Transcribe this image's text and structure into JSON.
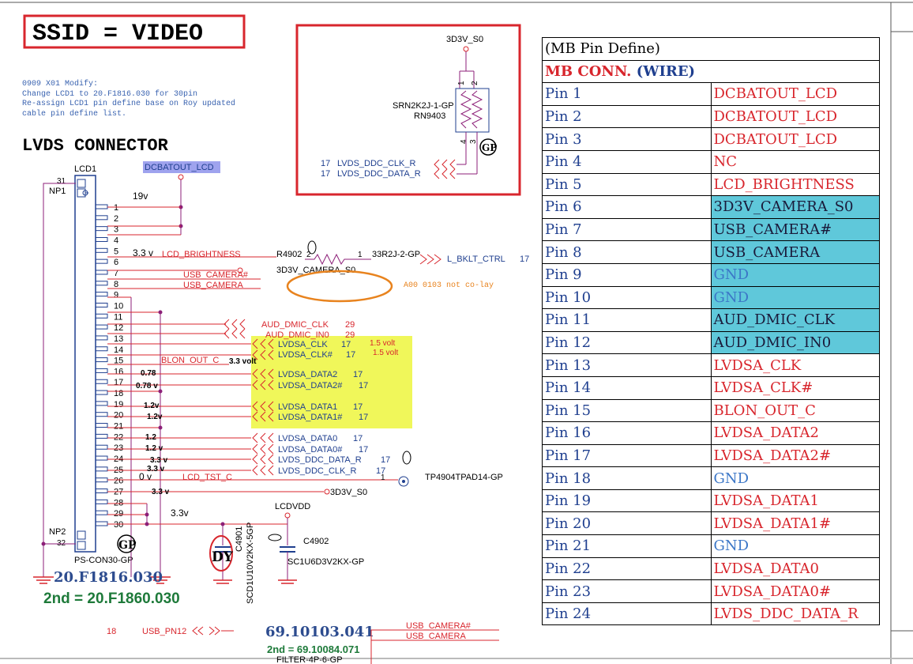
{
  "title": "SSID = VIDEO",
  "notes": [
    "0909 X01 Modify:",
    "Change LCD1 to 20.F1816.030 for 30pin",
    "Re-assign LCD1 pin define base on Roy updated",
    "cable pin define list."
  ],
  "section_title": "LVDS CONNECTOR",
  "connector": {
    "ref": "LCD1",
    "part": "PS-CON30-GP",
    "np1": "NP1",
    "np1_pin": "31",
    "np2": "NP2",
    "np2_pin": "32",
    "pn1": "20.F1816.030",
    "pn2": "2nd = 20.F1860.030",
    "gp": "GP",
    "pins": [
      "1",
      "2",
      "3",
      "4",
      "5",
      "6",
      "7",
      "8",
      "9",
      "10",
      "11",
      "12",
      "13",
      "14",
      "15",
      "16",
      "17",
      "18",
      "19",
      "20",
      "21",
      "22",
      "23",
      "24",
      "25",
      "26",
      "27",
      "28",
      "29",
      "30"
    ]
  },
  "nets": {
    "dcbatout": "DCBATOUT_LCD",
    "lcd_brightness": "LCD_BRIGHTNESS",
    "r4902": "R4902",
    "r4902_pin2": "2",
    "r4902_pin1": "1",
    "r4902_val": "33R2J-2-GP",
    "l_bklt_ctrl": "L_BKLT_CTRL",
    "l_bklt_ref": "17",
    "cam_pwr": "3D3V_CAMERA_S0",
    "usb_camera_n": "USB_CAMERA#",
    "usb_camera": "USB_CAMERA",
    "colay_note": "A00 0103 not co-lay",
    "aud_clk": "AUD_DMIC_CLK",
    "aud_clk_ref": "29",
    "aud_in0": "AUD_DMIC_IN0",
    "aud_in0_ref": "29",
    "lvdsa_clk": "LVDSA_CLK",
    "lvdsa_clk_ref": "17",
    "lvdsa_clk_n": "LVDSA_CLK#",
    "lvdsa_clk_n_ref": "17",
    "blon": "BLON_OUT_C",
    "data2": "LVDSA_DATA2",
    "data2_ref": "17",
    "data2_n": "LVDSA_DATA2#",
    "data2_n_ref": "17",
    "data1": "LVDSA_DATA1",
    "data1_ref": "17",
    "data1_n": "LVDSA_DATA1#",
    "data1_n_ref": "17",
    "data0": "LVDSA_DATA0",
    "data0_ref": "17",
    "data0_n": "LVDSA_DATA0#",
    "data0_n_ref": "17",
    "ddc_data": "LVDS_DDC_DATA_R",
    "ddc_data_ref": "17",
    "ddc_clk": "LVDS_DDC_CLK_R",
    "ddc_clk_ref": "17",
    "lcd_tst": "LCD_TST_C",
    "tp_pin": "1",
    "tp": "TP4904TPAD14-GP",
    "s0": "3D3V_S0",
    "lcdvdd": "LCDVDD",
    "c4901": "C4901",
    "c4901_val": "SCD1U10V2KX-5GP",
    "c4902": "C4902",
    "c4902_val": "SC1U6D3V2KX-GP",
    "dy": "DY",
    "usb_pn12": "USB_PN12",
    "usb_pn12_ref": "18",
    "filter_pn": "69.10103.041",
    "filter_pn2": "2nd = 69.10084.071",
    "filter_part": "FILTER-4P-6-GP",
    "usb_cam_n2": "USB_CAMERA#",
    "usb_cam2": "USB_CAMERA"
  },
  "measurements": {
    "v19": "19v",
    "v33a": "3.3 v",
    "v15a": "1.5 volt",
    "v15b": "1.5 volt",
    "v33b": "3.3 volt",
    "v078a": "0.78",
    "v078b": "0.78 v",
    "v12a": "1.2v",
    "v12b": "1.2v",
    "v12c": "1.2",
    "v12d": "1.2 v",
    "v33c": "3.3 v",
    "v33d": "3.3 v",
    "v0": "0 v",
    "v33e": "3.3 v",
    "v33f": "3.3v"
  },
  "inset": {
    "rail": "3D3V_S0",
    "srn_part": "SRN2K2J-1-GP",
    "srn_ref": "RN9403",
    "pins": [
      "1",
      "2",
      "3",
      "4"
    ],
    "gp": "GP",
    "ddc_clk": "LVDS_DDC_CLK_R",
    "ddc_clk_ref": "17",
    "ddc_data": "LVDS_DDC_DATA_R",
    "ddc_data_ref": "17"
  },
  "pin_table": {
    "title": "(MB Pin Define)",
    "col_mb": "MB CONN.",
    "col_wire": "(WIRE)",
    "rows": [
      {
        "pin": "Pin 1",
        "signal": "DCBATOUT_LCD",
        "style": "red"
      },
      {
        "pin": "Pin 2",
        "signal": "DCBATOUT_LCD",
        "style": "red"
      },
      {
        "pin": "Pin 3",
        "signal": "DCBATOUT_LCD",
        "style": "red"
      },
      {
        "pin": "Pin 4",
        "signal": "NC",
        "style": "red"
      },
      {
        "pin": "Pin 5",
        "signal": "LCD_BRIGHTNESS",
        "style": "red"
      },
      {
        "pin": "Pin 6",
        "signal": "3D3V_CAMERA_S0",
        "style": "hl"
      },
      {
        "pin": "Pin 7",
        "signal": "USB_CAMERA#",
        "style": "hl"
      },
      {
        "pin": "Pin 8",
        "signal": "USB_CAMERA",
        "style": "hl"
      },
      {
        "pin": "Pin 9",
        "signal": "GND",
        "style": "hl-gnd"
      },
      {
        "pin": "Pin 10",
        "signal": "GND",
        "style": "hl-gnd"
      },
      {
        "pin": "Pin 11",
        "signal": "AUD_DMIC_CLK",
        "style": "hl"
      },
      {
        "pin": "Pin 12",
        "signal": "AUD_DMIC_IN0",
        "style": "hl"
      },
      {
        "pin": "Pin 13",
        "signal": "LVDSA_CLK",
        "style": "red"
      },
      {
        "pin": "Pin 14",
        "signal": "LVDSA_CLK#",
        "style": "red"
      },
      {
        "pin": "Pin 15",
        "signal": "BLON_OUT_C",
        "style": "red"
      },
      {
        "pin": "Pin 16",
        "signal": "LVDSA_DATA2",
        "style": "red"
      },
      {
        "pin": "Pin 17",
        "signal": "LVDSA_DATA2#",
        "style": "red"
      },
      {
        "pin": "Pin 18",
        "signal": "GND",
        "style": "gnd"
      },
      {
        "pin": "Pin 19",
        "signal": "LVDSA_DATA1",
        "style": "red"
      },
      {
        "pin": "Pin 20",
        "signal": "LVDSA_DATA1#",
        "style": "red"
      },
      {
        "pin": "Pin 21",
        "signal": "GND",
        "style": "gnd"
      },
      {
        "pin": "Pin 22",
        "signal": "LVDSA_DATA0",
        "style": "red"
      },
      {
        "pin": "Pin 23",
        "signal": "LVDSA_DATA0#",
        "style": "red"
      },
      {
        "pin": "Pin 24",
        "signal": "LVDS_DDC_DATA_R",
        "style": "red"
      }
    ]
  },
  "colors": {
    "red": "#d8262d",
    "blue": "#1f3f8f",
    "cyan": "#5fc8da",
    "yellow": "#f0f75a",
    "orange": "#e8831e",
    "purple": "#8c1f78",
    "green": "#1e7a3a"
  }
}
